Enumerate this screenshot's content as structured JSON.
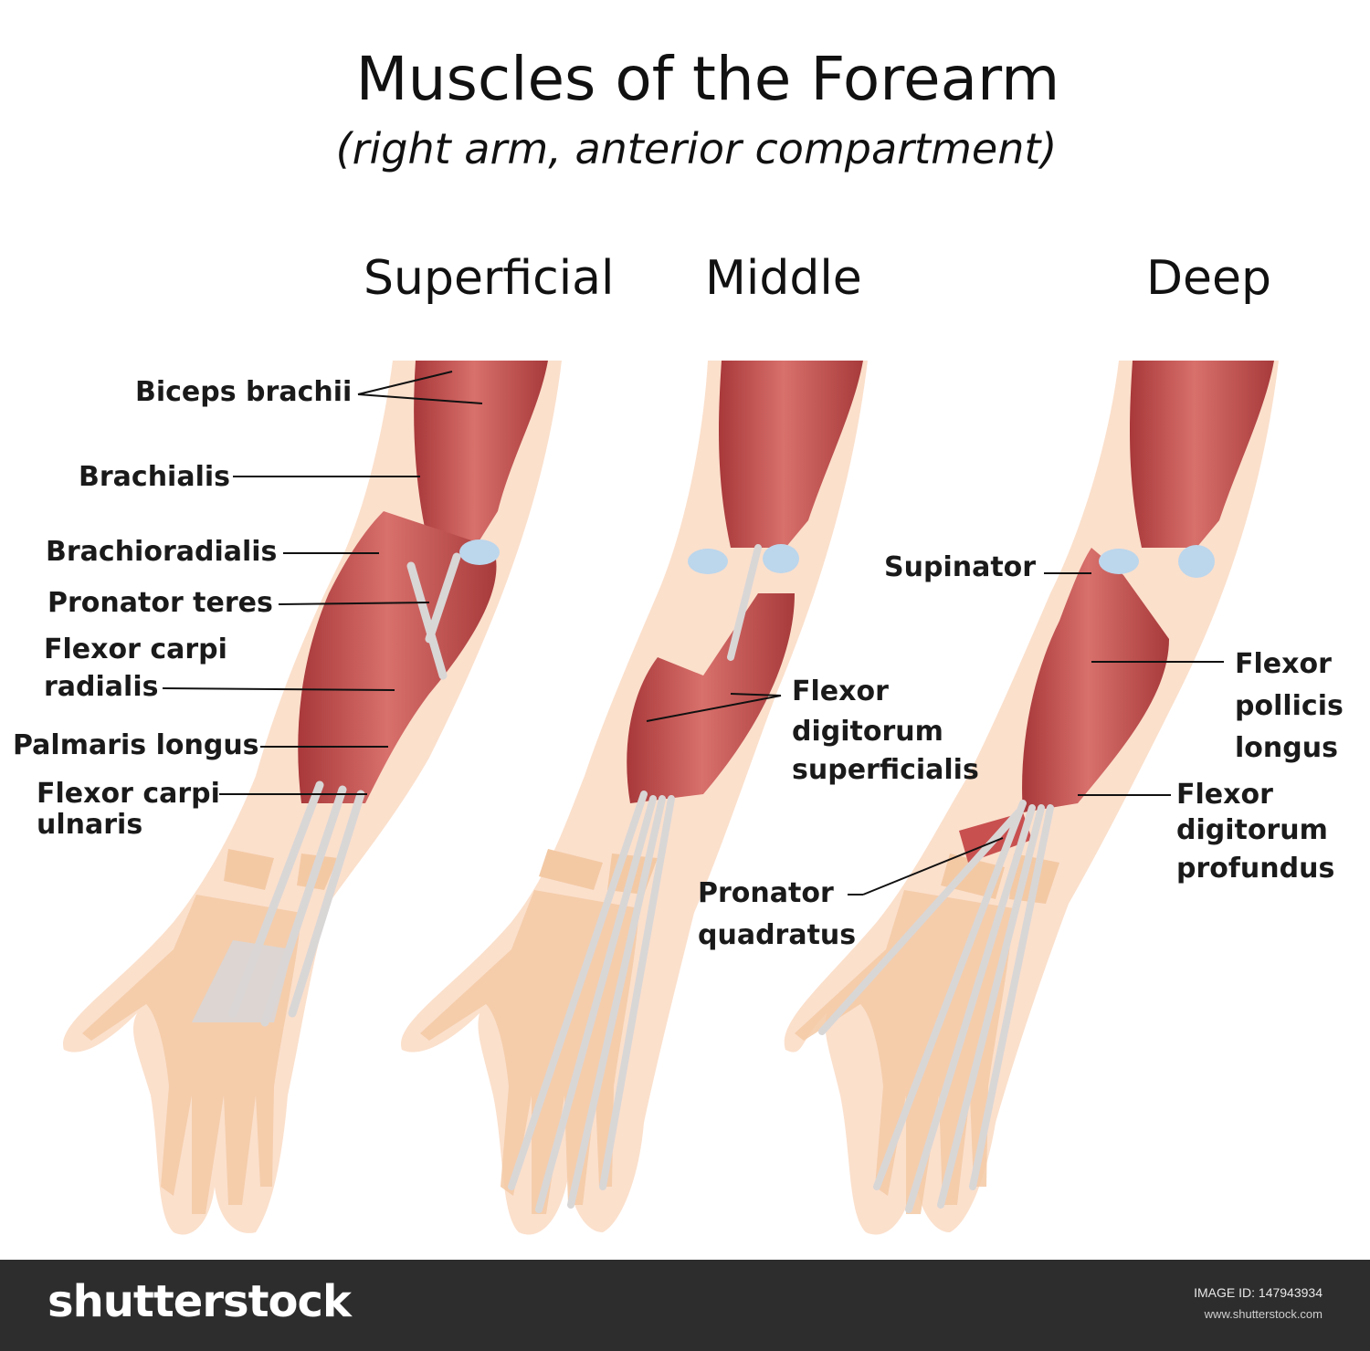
{
  "header": {
    "title": "Muscles of the Forearm",
    "subtitle": "(right arm, anterior compartment)"
  },
  "columns": {
    "superficial": "Superficial",
    "middle": "Middle",
    "deep": "Deep"
  },
  "labels": {
    "biceps": "Biceps brachii",
    "brachialis": "Brachialis",
    "brachioradialis": "Brachioradialis",
    "pronator_teres": "Pronator teres",
    "fcr_1": "Flexor carpi",
    "fcr_2": "radialis",
    "palmaris": "Palmaris longus",
    "fcu_1": "Flexor carpi",
    "fcu_2": "ulnaris",
    "fds_1": "Flexor",
    "fds_2": "digitorum",
    "fds_3": "superficialis",
    "supinator": "Supinator",
    "fpl_1": "Flexor",
    "fpl_2": "pollicis",
    "fpl_3": "longus",
    "fdp_1": "Flexor",
    "fdp_2": "digitorum",
    "fdp_3": "profundus",
    "pq_1": "Pronator",
    "pq_2": "quadratus"
  },
  "footer": {
    "brand": "shutterstock",
    "image_id": "IMAGE ID: 147943934",
    "site": "www.shutterstock.com"
  },
  "colors": {
    "skin": "#fbe0cc",
    "bone": "#f3c9a4",
    "muscle": "#c8504f",
    "tendon": "#d9d6d6",
    "cartilage": "#bcd6ec",
    "footer_bg": "#2d2d2d"
  }
}
